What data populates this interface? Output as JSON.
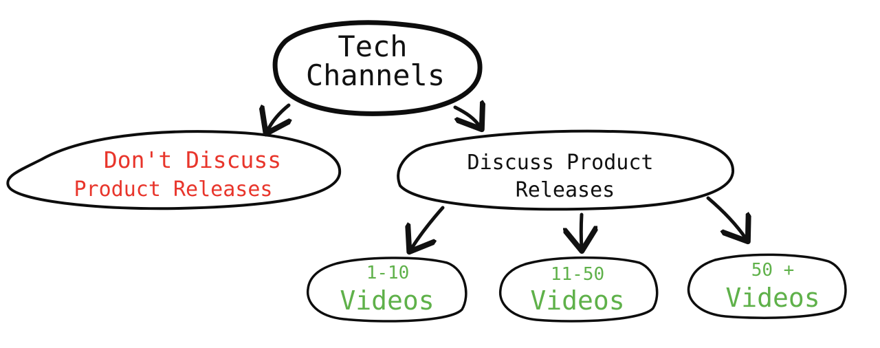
{
  "colors": {
    "ink": "#111111",
    "red": "#e8352b",
    "green": "#5fb14a"
  },
  "nodes": {
    "root": {
      "line1": "Tech",
      "line2": "Channels"
    },
    "no_releases": {
      "line1": "Don't  Discuss",
      "line2": "Product  Releases"
    },
    "releases": {
      "line1": "Discuss  Product",
      "line2": "Releases"
    },
    "v1": {
      "line1": "1-10",
      "line2": "Videos"
    },
    "v2": {
      "line1": "11-50",
      "line2": "Videos"
    },
    "v3": {
      "line1": "50 +",
      "line2": "Videos"
    }
  }
}
